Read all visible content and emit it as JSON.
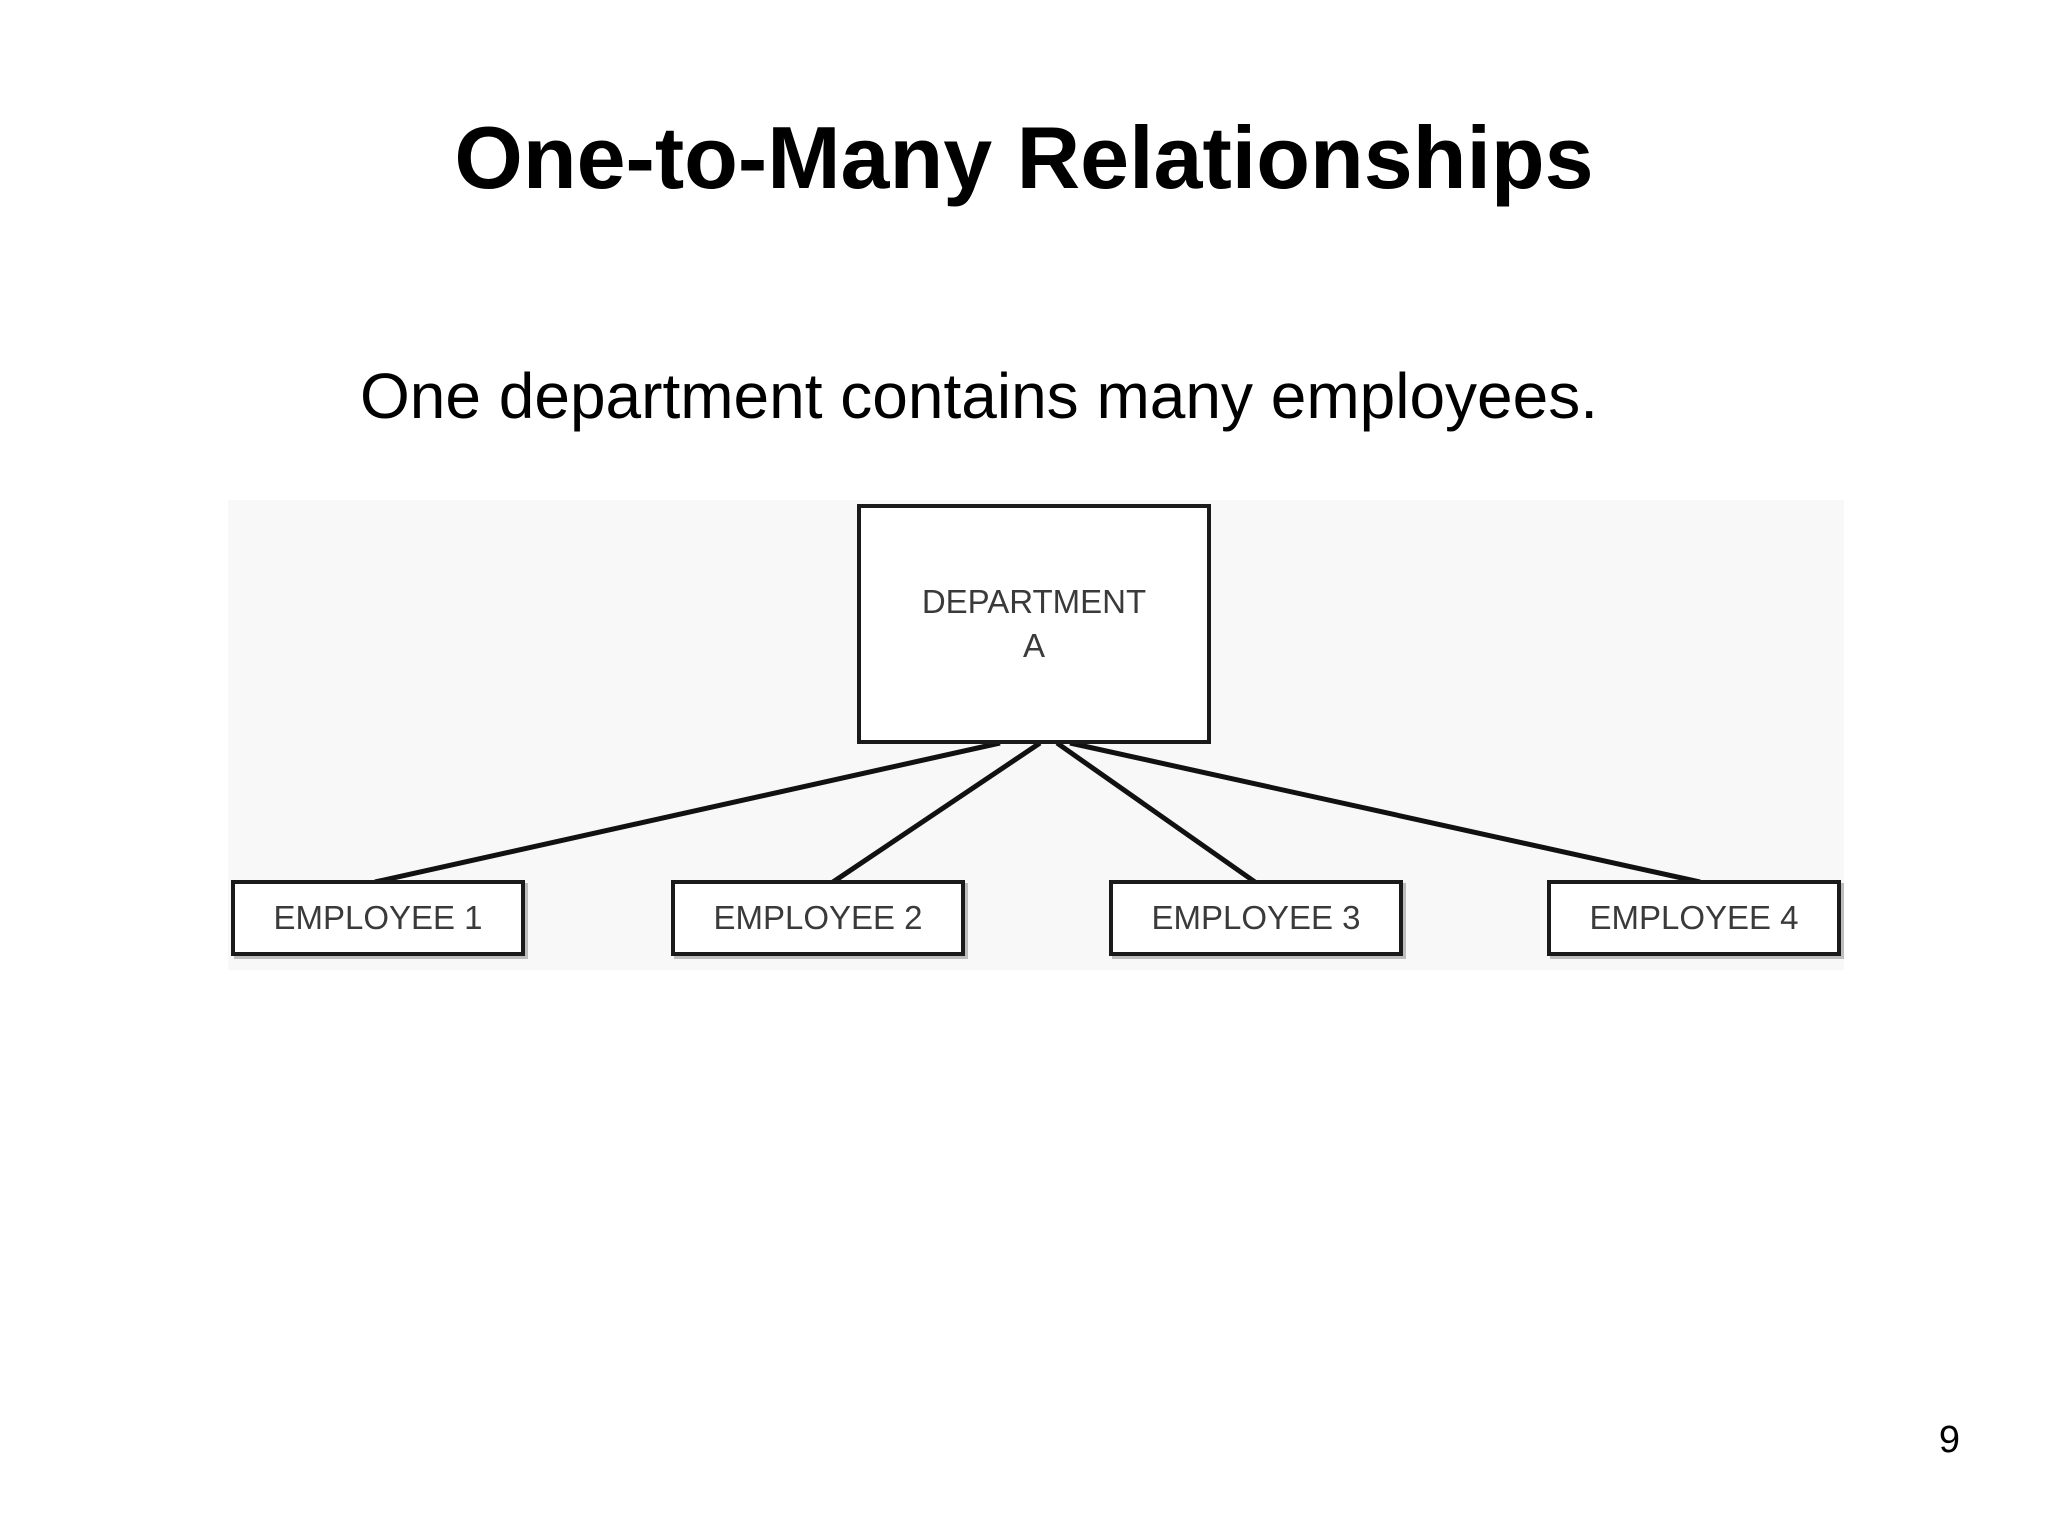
{
  "slide": {
    "title": "One-to-Many Relationships",
    "subtitle": "One department contains many employees.",
    "page_number": "9"
  },
  "diagram": {
    "parent": {
      "line1": "DEPARTMENT",
      "line2": "A"
    },
    "children": [
      {
        "label": "EMPLOYEE 1"
      },
      {
        "label": "EMPLOYEE 2"
      },
      {
        "label": "EMPLOYEE 3"
      },
      {
        "label": "EMPLOYEE 4"
      }
    ],
    "colors": {
      "line": "#111111",
      "box_border": "#1a1a1a",
      "box_text": "#3a3a3a",
      "diagram_background": "#f8f8f8"
    }
  }
}
